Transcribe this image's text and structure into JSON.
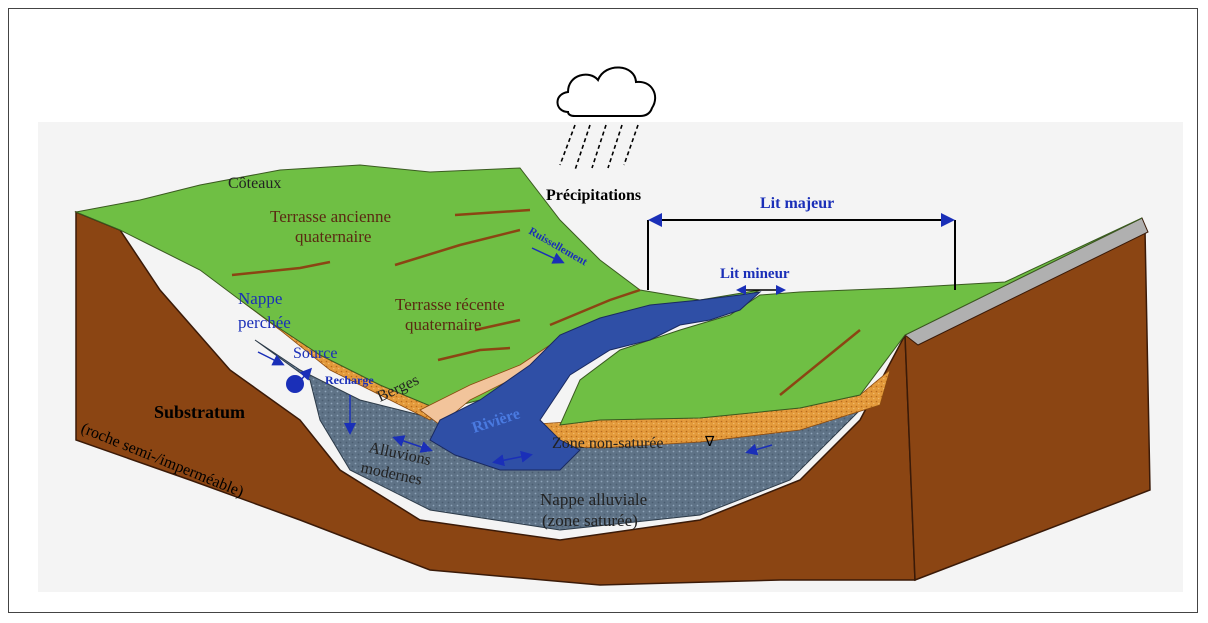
{
  "labels": {
    "coteaux": "Côteaux",
    "terrasse_ancienne_1": "Terrasse ancienne",
    "terrasse_ancienne_2": "quaternaire",
    "terrasse_recente_1": "Terrasse récente",
    "terrasse_recente_2": "quaternaire",
    "precipitations": "Précipitations",
    "ruissellement": "Ruissellement",
    "lit_majeur": "Lit majeur",
    "lit_mineur": "Lit mineur",
    "nappe_perchee_1": "Nappe",
    "nappe_perchee_2": "perchée",
    "source": "Source",
    "recharge": "Recharge",
    "berges": "Berges",
    "riviere": "Rivière",
    "substratum_1": "Substratum",
    "substratum_2": "(roche semi-/imperméable)",
    "alluvions_1": "Alluvions",
    "alluvions_2": "modernes",
    "zone_non_saturee": "Zone non-saturée",
    "nappe_alluviale_1": "Nappe alluviale",
    "nappe_alluviale_2": "(zone saturée)",
    "water_table_symbol": "∇"
  },
  "colors": {
    "green": "#6fbf44",
    "brown": "#8b4513",
    "blue_water": "#2f4fa6",
    "grey_aquifer": "#5f7387",
    "orange_unsat": "#e39a3b",
    "label_blue": "#1a2fb8",
    "label_brown": "#5a2a12"
  }
}
